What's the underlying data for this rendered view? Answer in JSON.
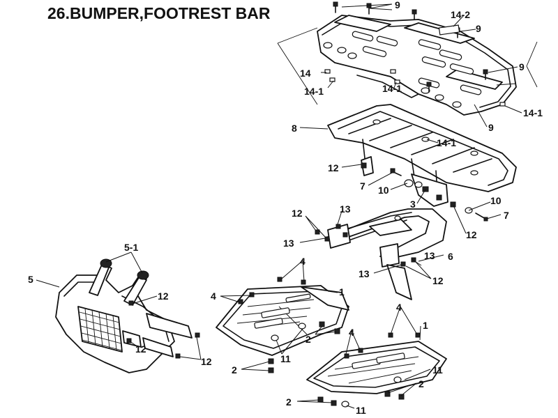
{
  "title": "26.BUMPER,FOOTREST BAR",
  "labels": {
    "l9a": "9",
    "l9b": "9",
    "l9c": "9",
    "l9d": "9",
    "l14_2": "14-2",
    "l14": "14",
    "l14_1a": "14-1",
    "l14_1b": "14-1",
    "l14_1c": "14-1",
    "l14_1d": "14-1",
    "l8": "8",
    "l12a": "12",
    "l7a": "7",
    "l10a": "10",
    "l3": "3",
    "l10b": "10",
    "l7b": "7",
    "l12b": "12",
    "l12c": "12",
    "l13a": "13",
    "l13b": "13",
    "l6": "6",
    "l13c": "13",
    "l13d": "13",
    "l12d": "12",
    "l5_1": "5-1",
    "l5": "5",
    "l12e": "12",
    "l12f": "12",
    "l12g": "12",
    "l4a": "4",
    "l4b": "4",
    "l1a": "1",
    "l2a": "2",
    "l11a": "11",
    "l2b": "2",
    "l4c": "4",
    "l1b": "1",
    "l4d": "4",
    "l11b": "11",
    "l2c": "2",
    "l2d": "2",
    "l11c": "11"
  }
}
